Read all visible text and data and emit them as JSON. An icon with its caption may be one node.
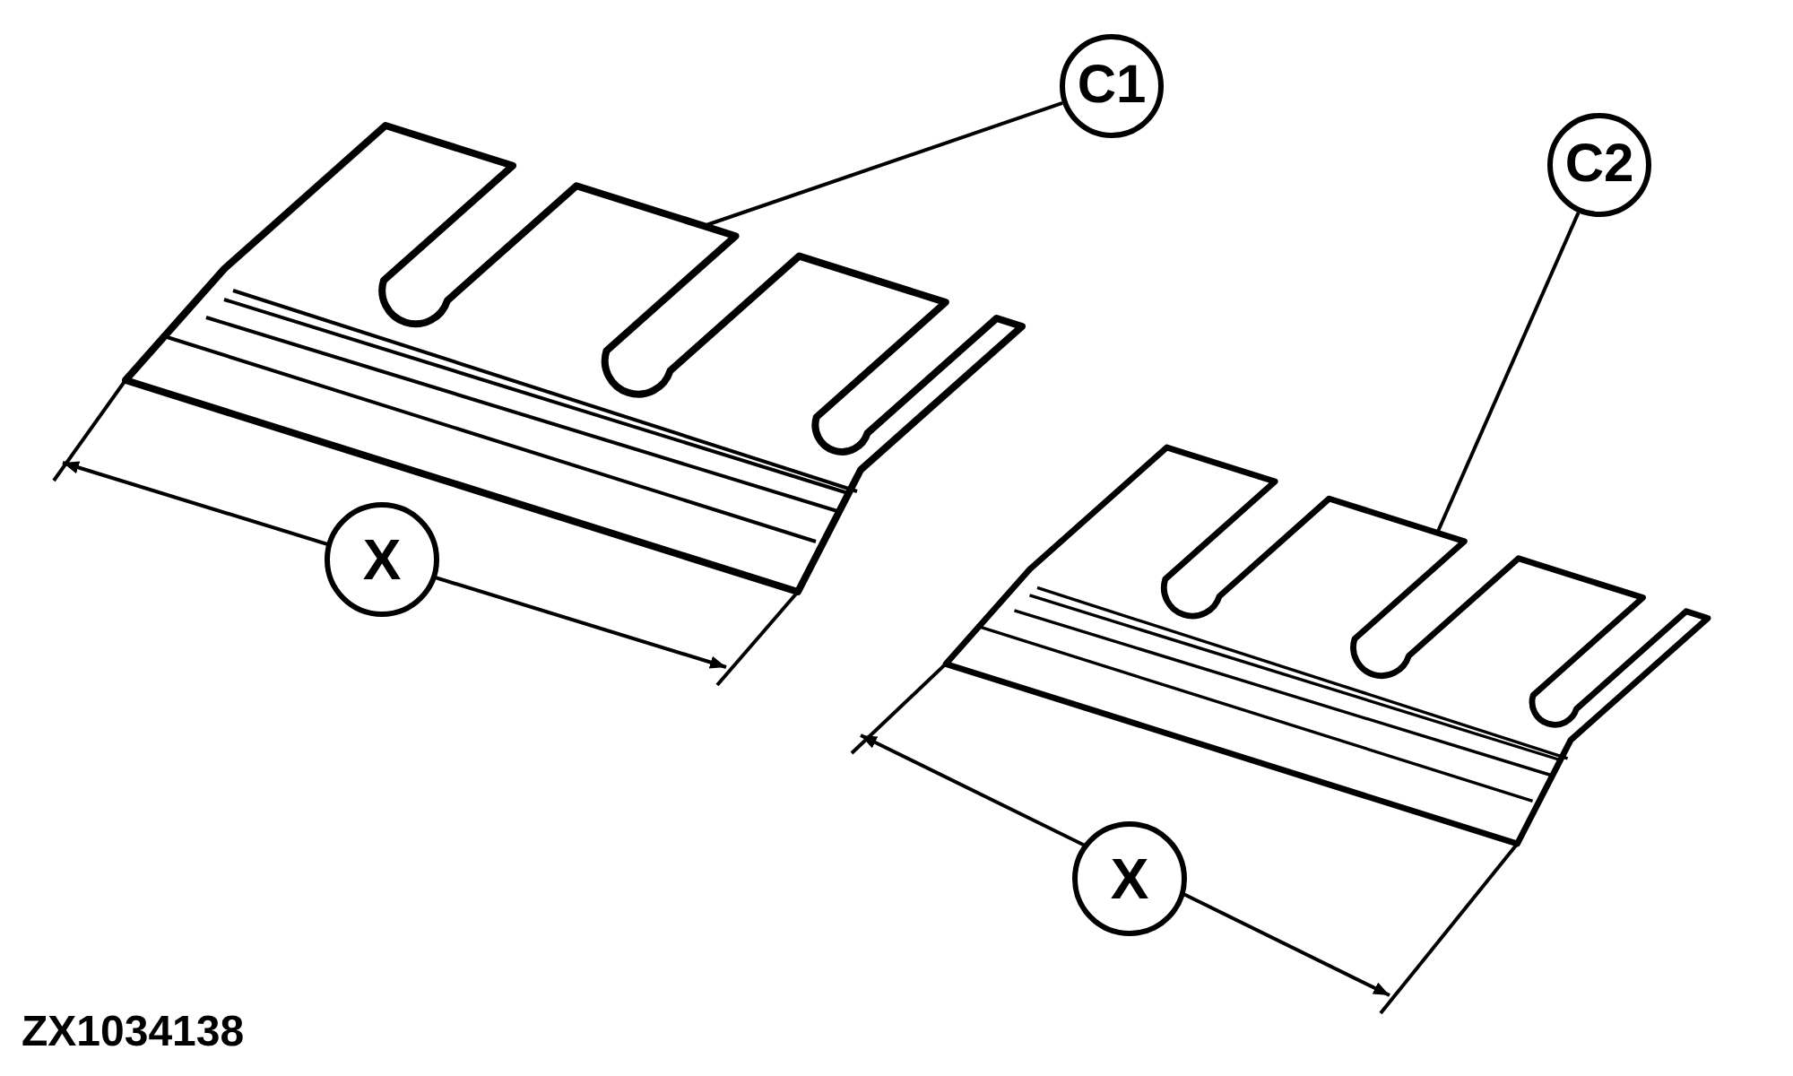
{
  "diagram": {
    "nodes": [
      {
        "text": [
          "C1"
        ]
      },
      {
        "text": [
          "C2"
        ]
      },
      {
        "text": [],
        "shape": "picture"
      },
      {
        "text": [],
        "shape": "picture"
      }
    ],
    "edges": [
      {
        "from": 0,
        "to": 2,
        "arrow": "none"
      },
      {
        "from": 1,
        "to": 3,
        "arrow": "none"
      }
    ],
    "labels": [
      "X",
      "X",
      "ZX1034138"
    ]
  }
}
